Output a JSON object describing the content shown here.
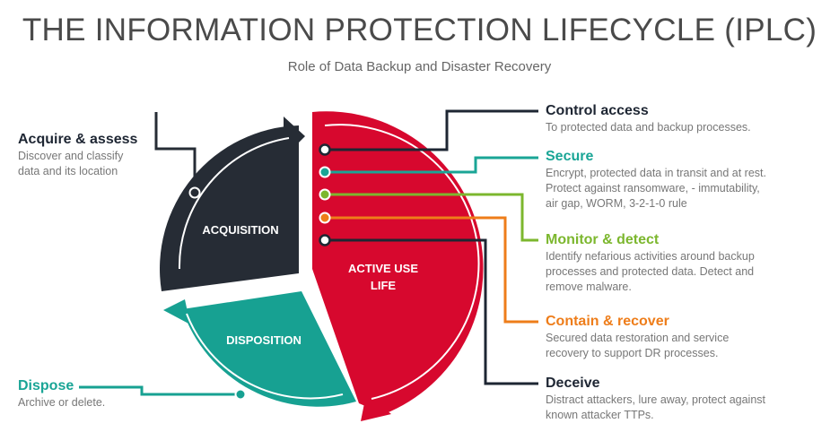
{
  "title": "THE INFORMATION PROTECTION LIFECYCLE (IPLC)",
  "subtitle": "Role of Data Backup and Disaster Recovery",
  "segments": {
    "acquisition": "ACQUISITION",
    "active_line1": "ACTIVE USE",
    "active_line2": "LIFE",
    "disposition": "DISPOSITION"
  },
  "left": {
    "acquire": {
      "heading": "Acquire & assess",
      "line1": "Discover and classify",
      "line2": "data and its location"
    },
    "dispose": {
      "heading": "Dispose",
      "line1": "Archive or delete."
    }
  },
  "right": {
    "control": {
      "heading": "Control access",
      "line1": "To protected data and backup processes."
    },
    "secure": {
      "heading": "Secure",
      "line1": "Encrypt, protected data in transit and at rest.",
      "line2": "Protect against ransomware, - immutability,",
      "line3": "air gap, WORM, 3-2-1-0 rule"
    },
    "monitor": {
      "heading": "Monitor & detect",
      "line1": "Identify nefarious activities around backup",
      "line2": "processes and protected data.  Detect and",
      "line3": "remove malware."
    },
    "contain": {
      "heading": "Contain & recover",
      "line1": "Secured data restoration and service",
      "line2": "recovery to support DR processes."
    },
    "deceive": {
      "heading": "Deceive",
      "line1": "Distract attackers, lure away, protect against",
      "line2": "known attacker TTPs."
    }
  },
  "colors": {
    "navy": "#1e2633",
    "crimson": "#d7082e",
    "teal": "#17a192",
    "green": "#7cb72e",
    "orange": "#ee7d1a"
  }
}
